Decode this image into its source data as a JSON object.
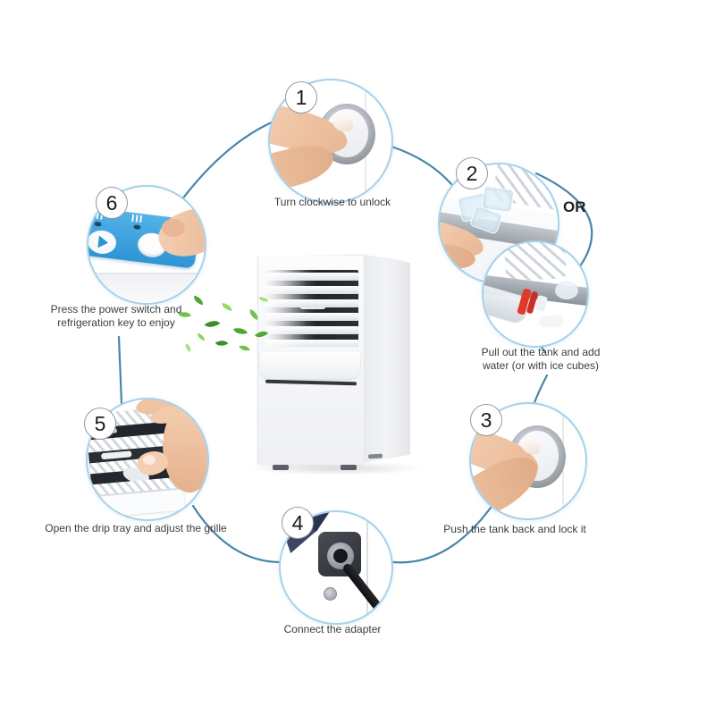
{
  "colors": {
    "circle_border_blue": "#a5d1ea",
    "connector_blue": "#4786a8",
    "control_panel_blue": "#3e9fd8",
    "bottle_cap_red": "#e2382a",
    "leaf_green": "#5cb53a"
  },
  "diagram": {
    "or_label": "OR",
    "steps": [
      {
        "number": "1",
        "caption": "Turn clockwise to unlock"
      },
      {
        "number": "2",
        "caption": "Pull out the tank and add water (or with ice cubes)"
      },
      {
        "number": "3",
        "caption": "Push the tank back and lock it"
      },
      {
        "number": "4",
        "caption": "Connect the adapter"
      },
      {
        "number": "5",
        "caption": "Open the drip tray and adjust the grille"
      },
      {
        "number": "6",
        "caption": "Press the power switch and refrigeration key to enjoy"
      }
    ]
  }
}
